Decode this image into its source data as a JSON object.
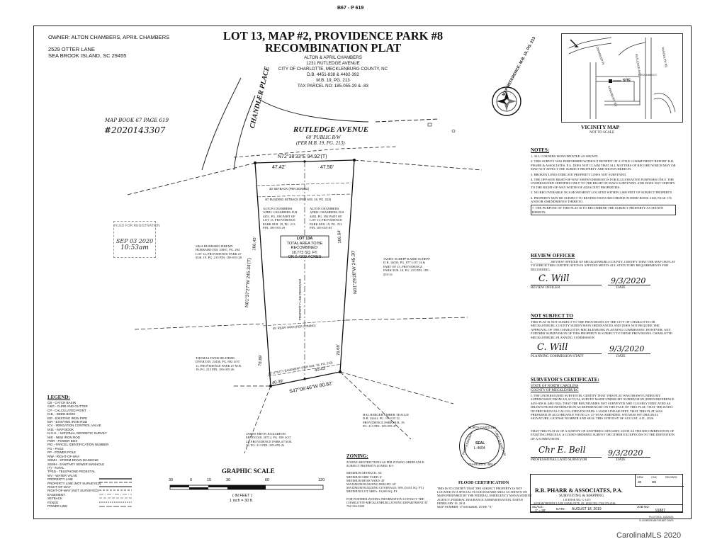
{
  "book_page": "B67 - P 619",
  "owner": {
    "label": "OWNER: ALTON CHAMBERS, APRIL CHAMBERS",
    "street": "2529 OTTER LANE",
    "city": "SEA BROOK ISLAND, SC 29455"
  },
  "title": {
    "line1": "LOT 13, MAP #2, PROVIDENCE PARK #8",
    "line2": "RECOMBINATION PLAT",
    "sub": [
      "ALTON & APRIL CHAMBERS",
      "1231 RUTLEDGE AVENUE",
      "CITY OF CHARLOTTE, MECKLENBURG COUNTY, NC",
      "D.B. 4451-838 & 4482-392",
      "M.B. 19, PG. 213",
      "TAX PARCEL NO: 185-055-29 & -83"
    ]
  },
  "map_reference": "MAP REFERENCE: M.B. 19, PG. 213",
  "recording": {
    "map_book": "MAP BOOK 67 PAGE 619",
    "stamp_number": "#2020143307",
    "filed_stamp": "FILED FOR REGISTRATION",
    "filed_date": "SEP 03 2020",
    "filed_time": "10:53am"
  },
  "streets": {
    "chandler": "CHANDLER PLACE",
    "rutledge": "RUTLEDGE AVENUE",
    "rutledge_rw": "60' PUBLIC R/W",
    "rutledge_ref": "(PER M.B. 19, PG. 213)"
  },
  "bearings": {
    "front": "N72°38'33\"E 94.92'(T)",
    "front_left": "47.42'",
    "front_right": "47.50'",
    "left_side": "N01°37'27\"W 245.34'(T)",
    "right_side": "N01°29'20\"W 245.30'",
    "rear": "S47°06'46\"W 80.82'",
    "rear_left": "40.39'",
    "rear_right": "40.43'",
    "left_seg": "166.45'",
    "right_seg": "166.64'",
    "left_low": "78.89'",
    "right_low": "78.66'"
  },
  "lot": {
    "label": "LOT 13A",
    "area_line1": "TOTAL AREA TO BE RECOMBINED:",
    "area_line2": "18,773 SQ. FT.",
    "area_line3": "OR 0.4309 ACRES",
    "setback_front": "30' SETBACK (PER ZONING)",
    "setback_bldg": "40' BUILDING SETBACK (PER M.B. 19, PG. 213)",
    "rear_setback": "45' REAR YARD (PER ZONING)",
    "utility": "10' UTILITY EASEMENT (PER M.B. 19, PG. 213)",
    "removed_line": "PROPERTY LINE REMOVED",
    "interior_left": "ALTON CHAMBERS APRIL CHAMBERS D.B. 4451, PG. 838 PART OF LOT 13, PROVIDENCE PARK M.B. 19, PG. 213 PIN: 185-055-29",
    "interior_right": "ALTON CHAMBERS APRIL CHAMBERS D.B. 4482, PG. 392 PART OF LOT 13, PROVIDENCE PARK M.B. 19, PG. 213 PIN: 185-055-83"
  },
  "neighbors": {
    "west_upper": "SIKA HUBBARD JEREMY HUBBARD D.B. 33907, PG. 294 LOT 12, PROVIDENCE PARK #7 M.B. 19, PG. 213 PIN: 185-055-28",
    "east": "JAMES SCHEPP KARRI SCHEPP D.B. 14035, PG. 877 LOT 14 & PART OF 15, PROVIDENCE PARK M.B. 19, PG. 213 PIN: 185-055-31",
    "west_lower": "THOMAS DYER HEATHER DYER D.B. 23438, PG. 882 LOT 11, PROVIDENCE PARK #7 M.B. 19, PG. 213 PIN: 185-055-26",
    "south_east": "HAL BERGER AMBER TEAGUE D.B. 32441, PG. 19 LOT 21, PROVIDENCE PARK M.B. 19, PG. 213 PIN: 185-055-47",
    "south_west": "JAMES ERVIN ELIZABETH ERVIN D.B. 28712, PG. 839 LOT 22, PROVIDENCE PARK #7 M.B. 19, PG. 213 PIN: 185-055-22"
  },
  "vicinity": {
    "title": "VICINITY MAP",
    "sub": "NOT TO SCALE",
    "site": "SITE",
    "roads": [
      "CHANDLER PL",
      "RUTLEDGE AVE",
      "BECKHAM CT",
      "RANDOLPH RD",
      "KINGSBURY RD"
    ]
  },
  "notes": {
    "title": "NOTES:",
    "items": [
      "1. ALL CORNERS MONUMENTED AS SHOWN.",
      "2. THIS SURVEY WAS PERFORMED WITHOUT BENEFIT OF A TITLE COMMITMENT REPORT. R.B. PHARR & ASSOCIATES, P.A. DOES NOT CLAIM THAT ALL MATTERS OF RECORD WHICH MAY OR MAY NOT AFFECT THE SUBJECT PROPERTY ARE SHOWN HEREON.",
      "3. BROKEN LINES INDICATE PROPERTY LINES NOT SURVEYED.",
      "4. THE OFF-SITE RIGHT-OF-WAY SHOWN HEREON IS FOR ILLUSTRATIVE PURPOSES ONLY. THE UNDERSIGNED CERTIFIES ONLY TO THE RIGHT-OF-WAYS SURVEYED, AND DOES NOT CERTIFY TO THE RIGHT-OF-WAY WIDTH OF ADJACENT PROPERTIES.",
      "5. NO RECOVERABLE NGS MONUMENT LOCATED WITHIN 2,000 FEET OF SUBJECT PROPERTY.",
      "6. PROPERTY MAY BE SUBJECT TO RESTRICTIONS RECORDED IN DEED BOOK 4168, PAGE 176 AND/OR AMENDMENTS THERETO.",
      "7. THE PURPOSE OF THIS PLAT IS TO RECOMBINE THE SUBJECT PROPERTY AS SHOWN HEREON."
    ]
  },
  "review_officer": {
    "title": "REVIEW OFFICER",
    "body": "I, __________, REVIEW OFFICER OF MECKLENBURG COUNTY, CERTIFY THAT THE MAP OR PLAT TO WHICH THIS CERTIFICATION IS AFFIXED MEETS ALL STATUTORY REQUIREMENTS FOR RECORDING.",
    "signature": "C. Will",
    "date": "9/3/2020",
    "sig_label": "REVIEW OFFICER",
    "date_label": "DATE"
  },
  "not_subject": {
    "title": "NOT SUBJECT TO",
    "body": "THIS PLAT IS NOT SUBJECT TO THE PROVISIONS OF THE CITY OF CHARLOTTE OR MECKLENBURG COUNTY SUBDIVISION ORDINANCES AND DOES NOT REQUIRE THE APPROVAL OF THE CHARLOTTE-MECKLENBURG PLANNING COMMISSION. HOWEVER, ANY FURTHER SUBDIVISION OF THIS PROPERTY IS SUBJECT TO THESE PROVISIONS. CHARLOTTE-MECKLENBURG PLANNING COMMISSION",
    "signature": "C. Will",
    "date": "9/3/2020",
    "sig_label": "PLANNING COMMISSION STAFF",
    "date_label": "DATE"
  },
  "surveyor": {
    "title": "SURVEYOR'S CERTIFICATE:",
    "state": "STATE OF NORTH CAROLINA",
    "county": "COUNTY OF MECKLENBURG",
    "body": "I, THE UNDERSIGNED SURVEYOR, CERTIFY THAT THIS PLAT WAS DRAWN UNDER MY SUPERVISION FROM AN ACTUAL SURVEY MADE UNDER MY SUPERVISION (DEED REFERENCE 4451-838 & 4482-392); THAT THE BOUNDARIES NOT SURVEYED ARE CLEARLY INDICATED AS DRAWN FROM INFORMATION AS REFERENCED ON THE FACE OF THIS PLAT; THAT THE RATIO OF PRECISION AS CALCULATED EXCEEDS 1:10,000 LINEAR FEET; THAT THIS PLAT WAS PREPARED IN ACCORDANCE WITH G.S. 47-30 AS AMENDED. WITNESS MY ORIGINAL SIGNATURE, LICENSE NUMBER AND SEAL THIS 18TH DAY OF AUGUST, A.D., 2020.",
    "body2": "THAT THIS PLAT IS OF A SURVEY OF ANOTHER CATEGORY, SUCH AS THE RECOMBINATION OF EXISTING PARCELS, A COURT-ORDERED SURVEY OR OTHER EXCEPTIONS TO THE DEFINITION OF A SUBDIVISION.",
    "signature": "Chr E. Bell",
    "date": "9/3/2020",
    "sig_label": "PROFESSIONAL LAND SURVEYOR",
    "date_label": "DATE"
  },
  "seal": {
    "top": "NORTH CAROLINA",
    "left": "PROFESSIONAL",
    "center": "SEAL",
    "number": "L-4604",
    "right": "LAND SURVEYOR",
    "bottom": "CHARLES E. BELL"
  },
  "legend": {
    "title": "LEGEND:",
    "items": [
      "CB - CATCH BASIN",
      "C&G - CURB AND GUTTER",
      "CP - CALCULATED POINT",
      "D.B. - DEED BOOK",
      "EIP - EXISTING IRON PIPE",
      "EIR - EXISTING IRON ROD",
      "ICV - IRRIGATION CONTROL VALVE",
      "M.B. - MAP BOOK",
      "N.G.S. - NATIONAL GEODETIC SURVEY",
      "NIR - NEW IRON ROD",
      "PWR - POWER BOX",
      "PID - PARCEL IDENTIFICATION NUMBER",
      "PG - PAGE",
      "PP - POWER POLE",
      "R/W - RIGHT-OF-WAY",
      "SDMH - STORM DRAIN MANHOLE",
      "SSMH - SANITARY SEWER MANHOLE",
      "(T) - TOTAL",
      "TPED - TELEPHONE PEDESTAL",
      "WV - WATER VALVE",
      "PROPERTY LINE",
      "PROPERTY LINE (NOT SURVEYED)",
      "RIGHT-OF-WAY",
      "RIGHT-OF-WAY (NOT SURVEYED)",
      "EASEMENT",
      "SETBACK",
      "FENCE",
      "POWER LINE"
    ]
  },
  "graphic_scale": {
    "title": "GRAPHIC SCALE",
    "ticks": [
      "30",
      "0",
      "15",
      "30",
      "60",
      "120"
    ],
    "caption": "( IN FEET )",
    "unit": "1 inch = 30 ft."
  },
  "zoning": {
    "title": "ZONING:",
    "lines": [
      "ZONING RESTRICTIONS AS PER ZONING ORDINANCE:",
      "SUBJECT PROPERTY ZONED: R-3",
      "",
      "MINIMUM SETBACK: 30'",
      "MINIMUM SIDE YARD: 6'",
      "MINIMUM REAR YARD: 45'",
      "MAXIMUM BUILDING HEIGHT: 40'",
      "MAXIMUM BUILDING COVERAGE: 30% (5,631 SQ. FT.)",
      "MINIMUM LOT AREA: 10,000 SQ. FT.",
      "",
      "FOR FURTHER ZONING INFORMATION CONTACT THE",
      "CHARLOTTE-MECKLENBURG ZONING DEPARTMENT AT",
      "704-336-2368"
    ]
  },
  "flood": {
    "title": "FLOOD CERTIFICATION",
    "lines": [
      "THIS IS TO CERTIFY THAT THE SUBJECT PROPERTY IS NOT",
      "LOCATED IN A SPECIAL FLOOD HAZARD AREA AS SHOWN ON",
      "MAPS PREPARED BY THE FEDERAL EMERGENCY MANAGEMENT",
      "AGENCY, FEDERAL INSURANCE ADMINISTRATION, DATED",
      "FEBRUARY 19, 2014",
      "MAP NUMBER: 3710456200K, ZONE \"X\""
    ]
  },
  "firm": {
    "name": "R.B. PHARR & ASSOCIATES, P.A.",
    "service": "SURVEYING & MAPPING",
    "license": "LICENSE NO. C-1471",
    "address": "420 HAWTHORNE LANE   CHARLOTTE, NC   28204   TEL (704) 376-2186",
    "drw_label": "DRW",
    "drw": "JB",
    "chk_label": "CHK",
    "chk": "DB",
    "revised_label": "REVISED",
    "scale_label": "SCALE:",
    "scale": "1\" = 30'",
    "date_label": "DATE:",
    "date": "AUGUST 18, 2019",
    "job_label": "JOB NO.",
    "job": "91887",
    "plotted": "PLOTTED: 9/3/2020",
    "path": "G:\\JOBS\\91887\\91887.DWG"
  },
  "watermark": "CarolinaMLS 2020"
}
